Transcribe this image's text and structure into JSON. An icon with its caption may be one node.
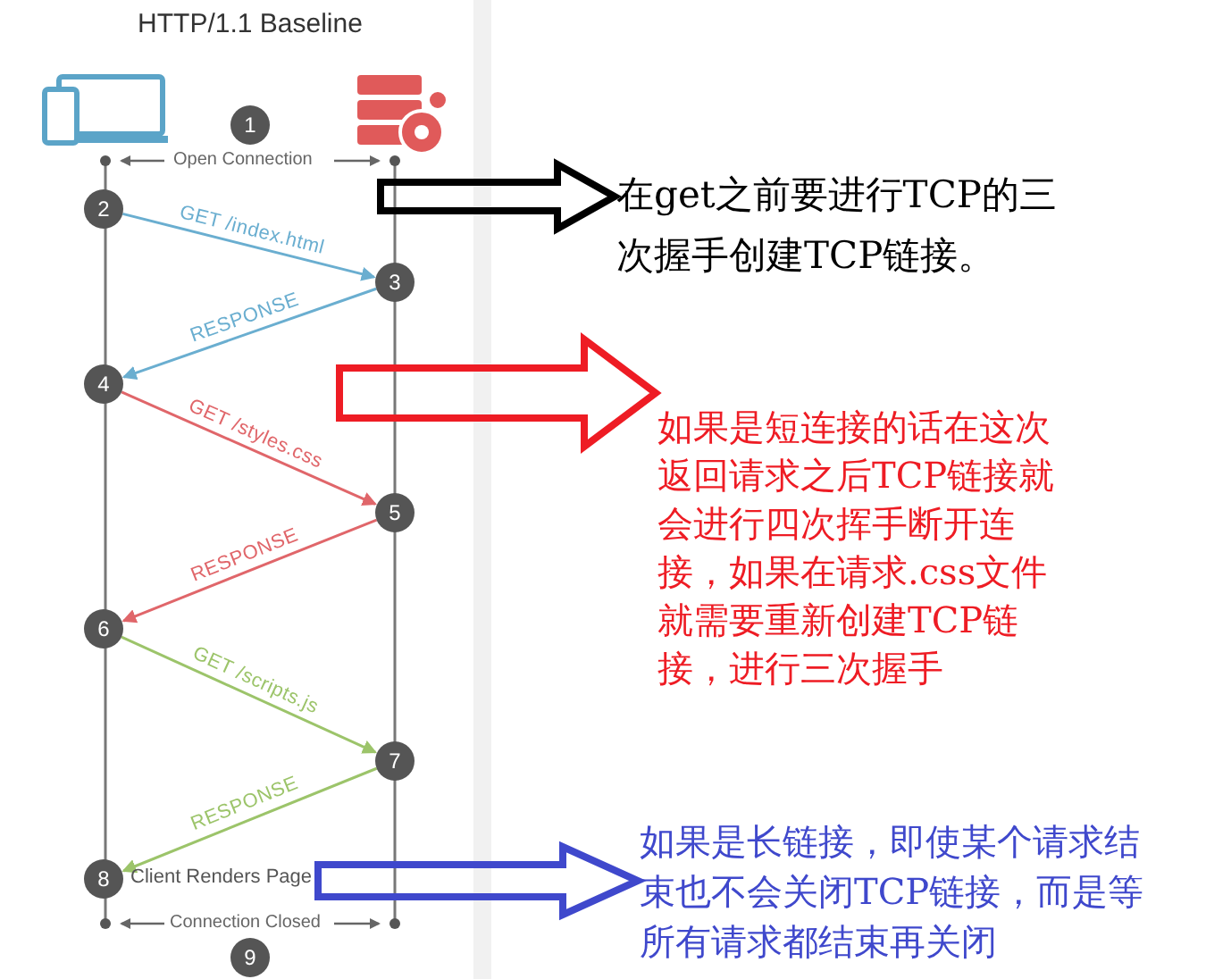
{
  "diagram": {
    "title": "HTTP/1.1 Baseline",
    "nodes": [
      {
        "text": [
          "1"
        ]
      },
      {
        "text": [
          "2"
        ]
      },
      {
        "text": [
          "3"
        ]
      },
      {
        "text": [
          "4"
        ]
      },
      {
        "text": [
          "5"
        ]
      },
      {
        "text": [
          "6"
        ]
      },
      {
        "text": [
          "7"
        ]
      },
      {
        "text": [
          "8"
        ],
        "beside": [
          "Client Renders Page"
        ]
      },
      {
        "text": [
          "9"
        ]
      },
      {
        "text": [
          "在get之前要进行TCP的三次握手创建TCP链接。"
        ]
      },
      {
        "text": [
          "如果是短连接的话在这次返回请求之后TCP链接就会进行四次挥手断开连接，如果在请求.css文件就需要重新创建TCP链接，进行三次握手"
        ]
      },
      {
        "text": [
          "如果是长链接，即使某个请求结束也不会关闭TCP链接，而是等所有请求都结束再关闭"
        ]
      }
    ],
    "edges": [
      {
        "from": 1,
        "to": 2,
        "arrow": "to",
        "label": "GET /index.html",
        "color": "#6aaed0"
      },
      {
        "from": 2,
        "to": 3,
        "arrow": "to",
        "label": "RESPONSE",
        "color": "#6aaed0"
      },
      {
        "from": 3,
        "to": 4,
        "arrow": "to",
        "label": "GET /styles.css",
        "color": "#e0666a"
      },
      {
        "from": 4,
        "to": 5,
        "arrow": "to",
        "label": "RESPONSE",
        "color": "#e0666a"
      },
      {
        "from": 5,
        "to": 6,
        "arrow": "to",
        "label": "GET /scripts.js",
        "color": "#9cc46a"
      },
      {
        "from": 6,
        "to": 7,
        "arrow": "to",
        "label": "RESPONSE",
        "color": "#9cc46a"
      },
      {
        "from": null,
        "to": 9,
        "arrow": "to",
        "style": "thick",
        "color": "#000000"
      },
      {
        "from": null,
        "to": 10,
        "arrow": "to",
        "style": "thick",
        "color": "#ee1c24"
      },
      {
        "from": null,
        "to": 11,
        "arrow": "to",
        "style": "thick",
        "color": "#3f48cc"
      }
    ],
    "labels": [
      "Open Connection",
      "Connection Closed"
    ]
  }
}
